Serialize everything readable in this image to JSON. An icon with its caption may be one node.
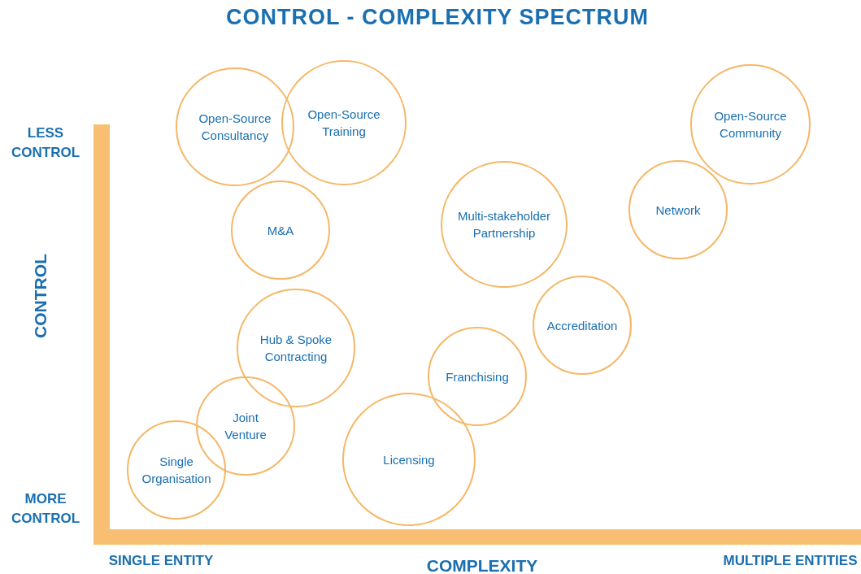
{
  "diagram": {
    "title": "CONTROL - COMPLEXITY SPECTRUM",
    "nodes": [
      {
        "text": [
          "Open-Source Consultancy"
        ]
      },
      {
        "text": [
          "Open-Source Training"
        ]
      },
      {
        "text": [
          "Open-Source Community"
        ]
      },
      {
        "text": [
          "Network"
        ]
      },
      {
        "text": [
          "M&A"
        ]
      },
      {
        "text": [
          "Multi-stakeholder Partnership"
        ]
      },
      {
        "text": [
          "Accreditation"
        ]
      },
      {
        "text": [
          "Hub & Spoke Contracting"
        ]
      },
      {
        "text": [
          "Franchising"
        ]
      },
      {
        "text": [
          "Joint Venture"
        ]
      },
      {
        "text": [
          "Licensing"
        ]
      },
      {
        "text": [
          "Single Organisation"
        ]
      }
    ],
    "labels": [
      "LESS CONTROL",
      "CONTROL",
      "MORE CONTROL",
      "SINGLE ENTITY",
      "COMPLEXITY",
      "MULTIPLE ENTITIES"
    ]
  }
}
